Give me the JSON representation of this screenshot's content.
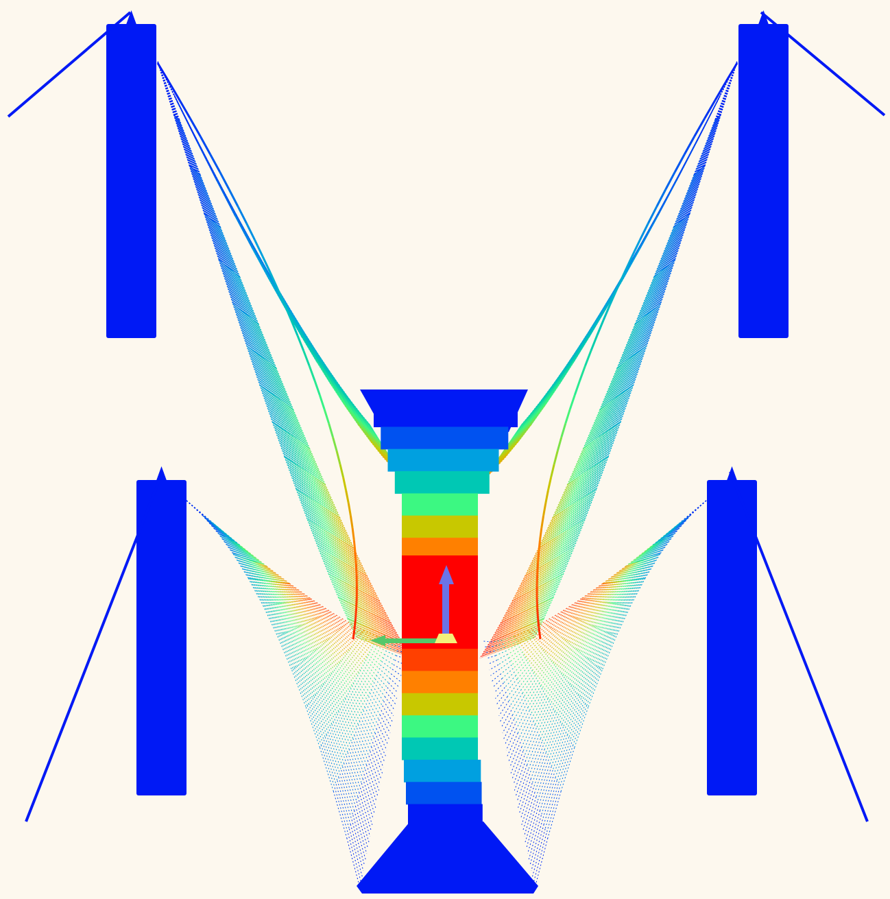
{
  "viewport": {
    "background": "#fdf8ee",
    "colormap": [
      "#0019f5",
      "#0052f0",
      "#00a0e0",
      "#00c8b4",
      "#3cf882",
      "#c8c800",
      "#ff8000",
      "#ff4000",
      "#ff0000"
    ]
  },
  "towers": [
    {
      "id": "upper-left",
      "color": "#0019f5"
    },
    {
      "id": "upper-right",
      "color": "#0019f5"
    },
    {
      "id": "lower-left",
      "color": "#0019f5"
    },
    {
      "id": "lower-right",
      "color": "#0019f5"
    }
  ],
  "deck": {
    "stripe_levels": [
      0,
      1,
      2,
      3,
      4,
      5,
      6,
      7,
      8,
      8,
      8,
      7,
      6,
      5,
      4,
      3,
      2,
      1,
      0
    ]
  },
  "axes_triad": {
    "z_color": "#6b74e8",
    "x_color": "#55c86a",
    "origin_color": "#f4f07a"
  }
}
